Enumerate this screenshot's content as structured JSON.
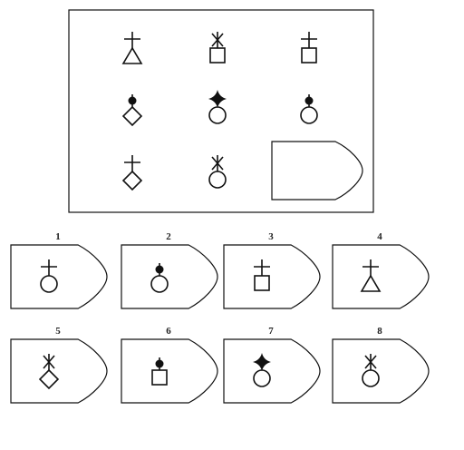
{
  "colors": {
    "ink": "#111111",
    "background": "#ffffff"
  },
  "matrix": {
    "cells": [
      {
        "shape": "triangle",
        "top": "cross"
      },
      {
        "shape": "square",
        "top": "asterisk"
      },
      {
        "shape": "square",
        "top": "cross"
      },
      {
        "shape": "diamond",
        "top": "dot"
      },
      {
        "shape": "circle",
        "top": "star"
      },
      {
        "shape": "circle",
        "top": "dot"
      },
      {
        "shape": "diamond",
        "top": "cross"
      },
      {
        "shape": "circle",
        "top": "asterisk"
      },
      {
        "shape": "missing",
        "top": "none"
      }
    ]
  },
  "options": [
    {
      "label": "1",
      "shape": "circle",
      "top": "cross"
    },
    {
      "label": "2",
      "shape": "circle",
      "top": "dot"
    },
    {
      "label": "3",
      "shape": "square",
      "top": "cross"
    },
    {
      "label": "4",
      "shape": "triangle",
      "top": "cross"
    },
    {
      "label": "5",
      "shape": "diamond",
      "top": "asterisk"
    },
    {
      "label": "6",
      "shape": "square",
      "top": "dot"
    },
    {
      "label": "7",
      "shape": "circle",
      "top": "star"
    },
    {
      "label": "8",
      "shape": "circle",
      "top": "asterisk"
    }
  ]
}
